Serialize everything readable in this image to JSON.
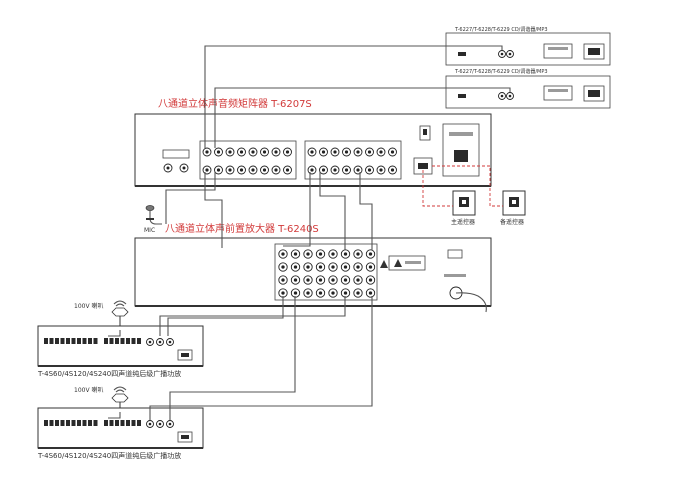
{
  "sources": [
    {
      "label": "T-6227/T-6228/T-6229  CD/调谐器/MP3"
    },
    {
      "label": "T-6227/T-6228/T-6229  CD/调谐器/MP3"
    }
  ],
  "matrix": {
    "title": "八通道立体声音频矩阵器 T-6207S"
  },
  "preamp": {
    "title": "八通道立体声前置放大器 T-6240S"
  },
  "mic": {
    "label": "MIC"
  },
  "controllers": [
    {
      "label": "主遥控器"
    },
    {
      "label": "备遥控器"
    }
  ],
  "speakers": [
    {
      "label": "100V 喇叭"
    },
    {
      "label": "100V 喇叭"
    }
  ],
  "amplifiers": [
    {
      "label": "T-4S60/4S120/4S240四声道纯后级广播功放"
    },
    {
      "label": "T-4S60/4S120/4S240四声道纯后级广播功放"
    }
  ],
  "colors": {
    "title_red": "#d23a3a",
    "outline": "#333333",
    "wire": "#555555"
  }
}
